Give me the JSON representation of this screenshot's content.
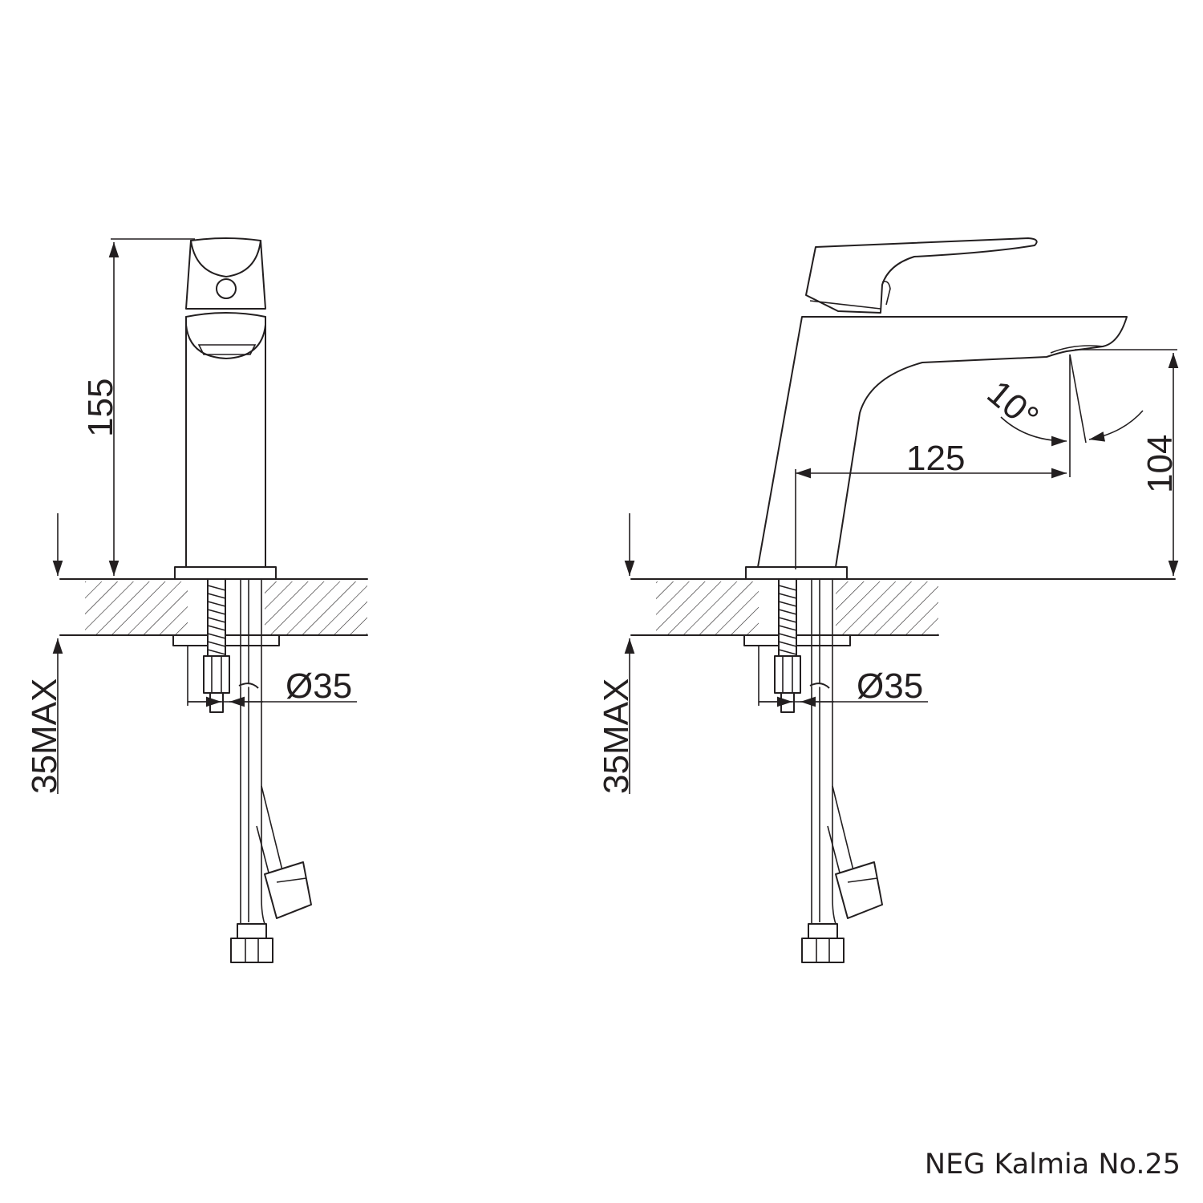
{
  "title": "NEG Kalmia No.25",
  "views": {
    "front": {
      "height_label": "155",
      "diameter_label": "Ø35",
      "deck_label": "35MAX"
    },
    "side": {
      "reach_label": "125",
      "spout_height_label": "104",
      "angle_label": "10°",
      "diameter_label": "Ø35",
      "deck_label": "35MAX"
    }
  }
}
